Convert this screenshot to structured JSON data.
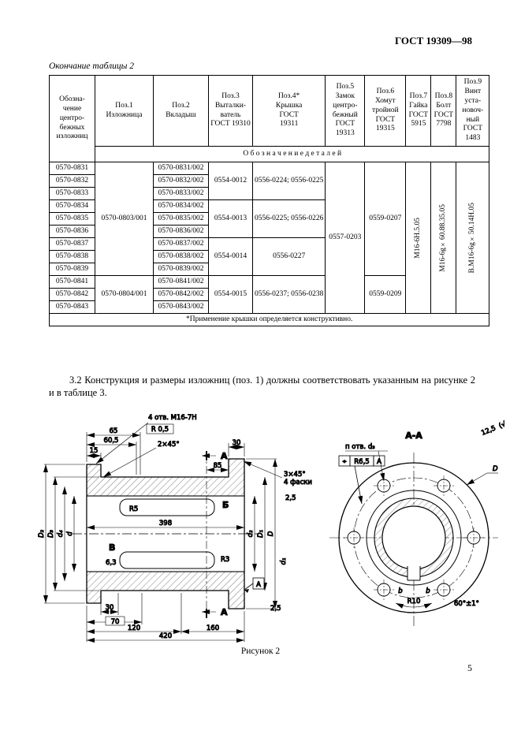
{
  "page": {
    "doc_number": "ГОСТ 19309—98",
    "table_continuation": "Окончание таблицы 2",
    "paragraph": "3.2 Конструкция и размеры изложниц (поз. 1) должны соответствовать указанным на рисунке 2 и в таблице 3.",
    "page_number": "5"
  },
  "table": {
    "headers": [
      "Обозна-\nчение\nцентро-\nбежных\nизложниц",
      "Поз.1\nИзложница",
      "Поз.2\nВкладыш",
      "Поз.3\nВыталки-\nватель\nГОСТ 19310",
      "Поз.4*\nКрышка\nГОСТ\n19311",
      "Поз.5\nЗамок\nцентро-\nбежный\nГОСТ\n19313",
      "Поз.6\nХомут\nтройной\nГОСТ\n19315",
      "Поз.7\nГайка\nГОСТ\n5915",
      "Поз.8\nБолт\nГОСТ\n7798",
      "Поз.9\nВинт\nуста-\nновоч-\nный\nГОСТ\n1483"
    ],
    "subheader": "О б о з н а ч е н и е   д е т а л е й",
    "rows": [
      {
        "c1": "0570-0831",
        "c3": "0570-0831/002"
      },
      {
        "c1": "0570-0832",
        "c3": "0570-0832/002"
      },
      {
        "c1": "0570-0833",
        "c3": "0570-0833/002"
      },
      {
        "c1": "0570-0834",
        "c3": "0570-0834/002"
      },
      {
        "c1": "0570-0835",
        "c3": "0570-0835/002"
      },
      {
        "c1": "0570-0836",
        "c3": "0570-0836/002"
      },
      {
        "c1": "0570-0837",
        "c3": "0570-0837/002"
      },
      {
        "c1": "0570-0838",
        "c3": "0570-0838/002"
      },
      {
        "c1": "0570-0839",
        "c3": "0570-0839/002"
      },
      {
        "c1": "0570-0841",
        "c3": "0570-0841/002"
      },
      {
        "c1": "0570-0842",
        "c3": "0570-0842/002"
      },
      {
        "c1": "0570-0843",
        "c3": "0570-0843/002"
      }
    ],
    "spans": {
      "izl1": "0570-0803/001",
      "izl2": "0570-0804/001",
      "vyt": [
        "0554-0012",
        "0554-0013",
        "0554-0014",
        "0554-0015"
      ],
      "krysh": [
        "0556-0224;\n0556-0225",
        "0556-0225;\n0556-0226",
        "0556-0227",
        "0556-0237;\n0556-0238"
      ],
      "zamok": "0557-0203",
      "khomut1": "0559-0207",
      "khomut2": "0559-0209",
      "gaika": "М16-6Н.5.05",
      "bolt": "М16-6g×60.88.35.05",
      "vint": "В.М16-6g×50.14Н.05"
    },
    "footnote": "*Применение крышки определяется конструктивно."
  },
  "figure": {
    "caption": "Рисунок 2",
    "sec": {
      "a15": "15",
      "a605": "60,5",
      "a65": "65",
      "holes": "4 отв. М16-7Н",
      "r05": "R 0,5",
      "ch245": "2×45°",
      "a85": "85",
      "a30t": "30",
      "ch345": "3×45°",
      "faski": "4 фаски",
      "a398": "398",
      "r5": "R5",
      "r3": "R3",
      "rough63": "6,3",
      "rough25a": "2,5",
      "rough25b": "2,5",
      "a30b": "30",
      "a70": "70",
      "a120": "120",
      "a160": "160",
      "a420": "420",
      "D2": "D₂",
      "D3": "D₃",
      "d4": "d₄",
      "d": "d",
      "d1": "d₁",
      "d2": "d₂",
      "D1": "D₁",
      "D": "D",
      "secA1": "А",
      "secA2": "А",
      "datumA": "А",
      "calloutB": "Б",
      "calloutV": "В"
    },
    "aa": {
      "title": "А-А",
      "rough": "12,5",
      "roughAll": "(√)",
      "holes": "п отв. d₃",
      "tolSym": "⌖",
      "tolVal": "R6,5",
      "tolDatum": "А",
      "D": "D",
      "b1": "b",
      "b2": "b",
      "angle": "60°±1°",
      "r10": "R10"
    }
  }
}
